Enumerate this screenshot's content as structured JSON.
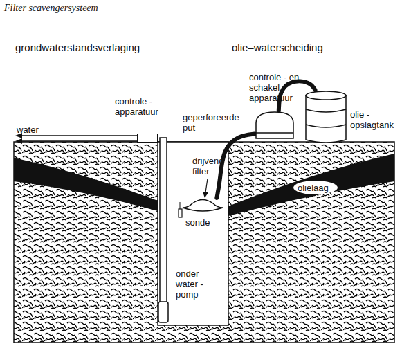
{
  "diagram": {
    "title": "Filter scavengersysteem",
    "nodes": [
      {
        "text": [
          "controle - apparatuur"
        ]
      },
      {
        "text": [
          "drijvend filter"
        ]
      },
      {
        "text": [
          "controle - en schakel - apparatuur"
        ]
      },
      {
        "text": [
          "olie - opslagtank"
        ]
      }
    ],
    "edges": [
      {
        "from": 1,
        "to": 2,
        "arrow": "none"
      },
      {
        "from": 2,
        "to": 3,
        "arrow": "none"
      }
    ],
    "labels": [
      "grondwaterstandsverlaging",
      "olie–waterscheiding",
      "water",
      "geperforeerde put",
      "olielaag",
      "sonde",
      "onder water - pomp"
    ]
  }
}
